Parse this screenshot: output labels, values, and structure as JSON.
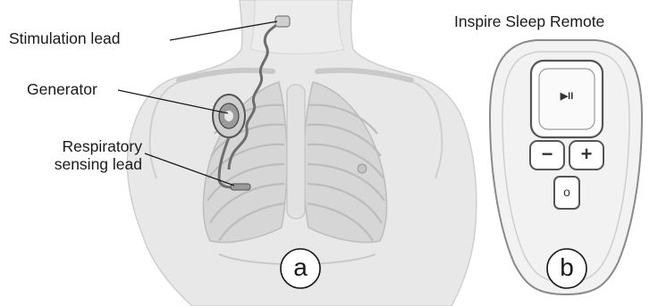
{
  "panel_a": {
    "labels": {
      "stimulation_lead": "Stimulation lead",
      "generator": "Generator",
      "respiratory_sensing_lead": "Respiratory\nsensing lead"
    },
    "badge": "a"
  },
  "panel_b": {
    "title": "Inspire Sleep Remote",
    "badge": "b",
    "buttons": {
      "play_pause": "▶II",
      "minus": "−",
      "plus": "+",
      "power": "o"
    }
  }
}
